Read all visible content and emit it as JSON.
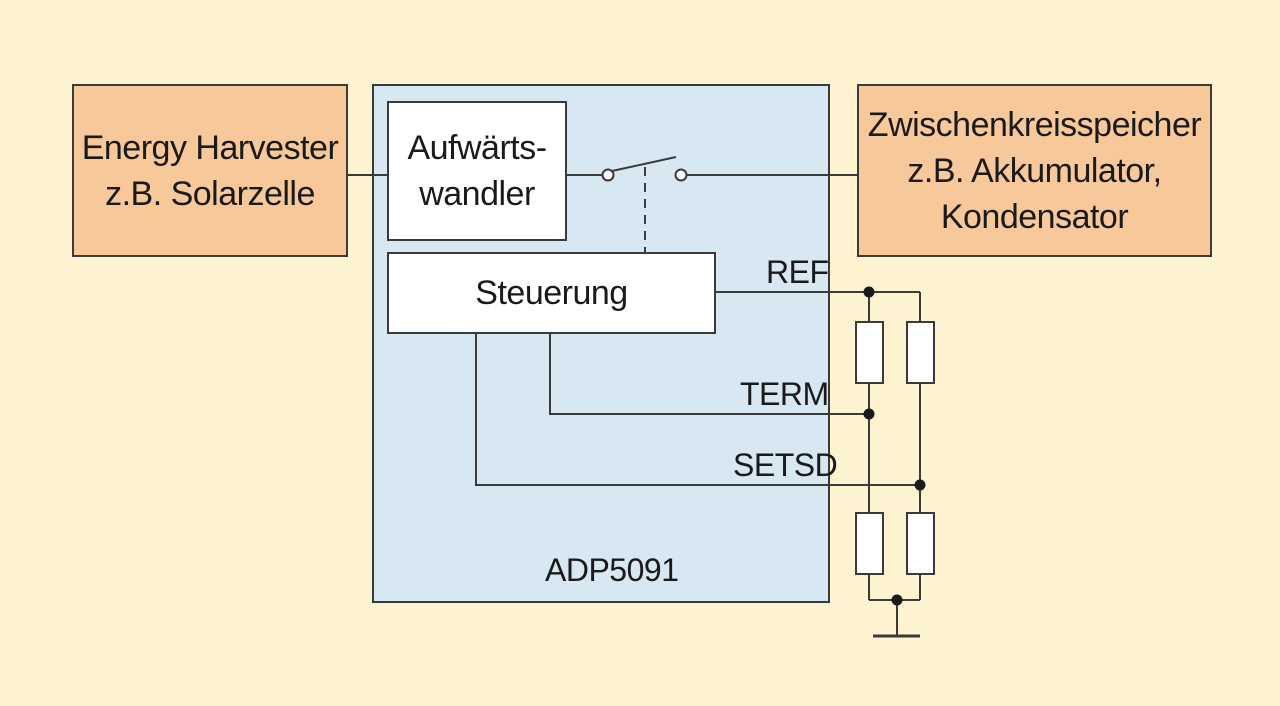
{
  "harvester": {
    "line1": "Energy Harvester",
    "line2": "z.B. Solarzelle"
  },
  "converter": {
    "line1": "Aufwärts-",
    "line2": "wandler"
  },
  "storage": {
    "line1": "Zwischenkreisspeicher",
    "line2": "z.B. Akkumulator,",
    "line3": "Kondensator"
  },
  "controller": {
    "label": "Steuerung"
  },
  "chip": {
    "name": "ADP5091"
  },
  "pins": {
    "ref": "REF",
    "term": "TERM",
    "setsd": "SETSD"
  },
  "colors": {
    "background": "#fdf3d0",
    "external_block": "#f6c89a",
    "chip": "#d8e8f2",
    "internal_block": "#ffffff",
    "line": "#3a3a3a"
  }
}
